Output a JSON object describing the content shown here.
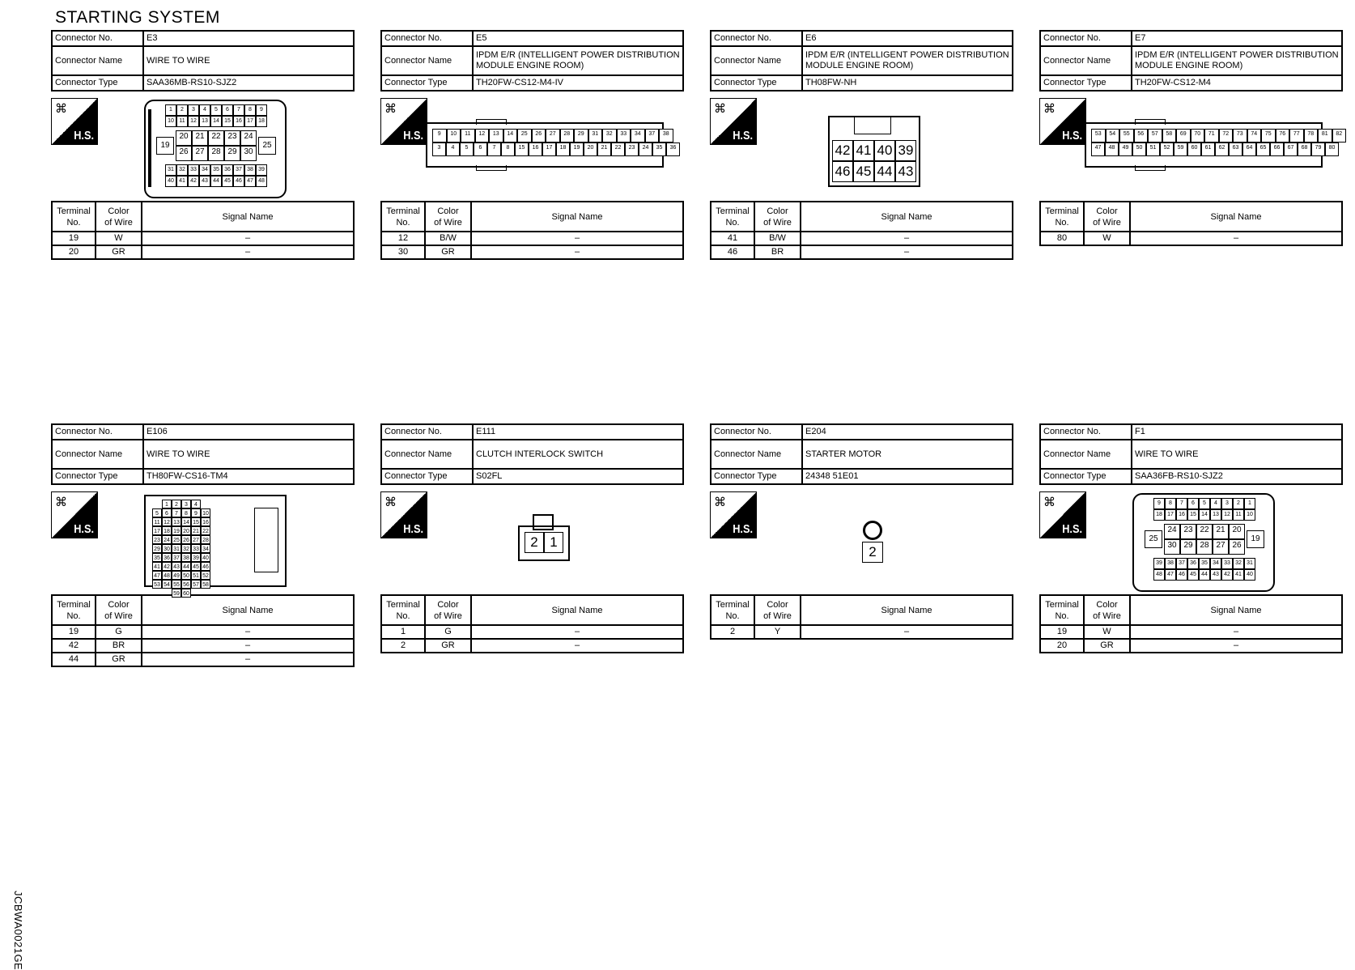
{
  "page": {
    "title": "STARTING SYSTEM",
    "side_code": "JCBWA0021GE"
  },
  "labels": {
    "connector_no": "Connector No.",
    "connector_name": "Connector Name",
    "connector_type": "Connector Type",
    "terminal": "Terminal",
    "no": "No.",
    "color": "Color",
    "of_wire": "of Wire",
    "signal_name": "Signal Name",
    "hs": "H.S."
  },
  "connectors": [
    {
      "no": "E3",
      "name": "WIRE TO WIRE",
      "type": "SAA36MB-RS10-SJZ2",
      "terminals": [
        {
          "no": "19",
          "color": "W",
          "signal": "–"
        },
        {
          "no": "20",
          "color": "GR",
          "signal": "–"
        }
      ]
    },
    {
      "no": "E5",
      "name": "IPDM E/R (INTELLIGENT POWER DISTRIBUTION MODULE ENGINE ROOM)",
      "type": "TH20FW-CS12-M4-IV",
      "terminals": [
        {
          "no": "12",
          "color": "B/W",
          "signal": "–"
        },
        {
          "no": "30",
          "color": "GR",
          "signal": "–"
        }
      ]
    },
    {
      "no": "E6",
      "name": "IPDM E/R (INTELLIGENT POWER DISTRIBUTION MODULE ENGINE ROOM)",
      "type": "TH08FW-NH",
      "terminals": [
        {
          "no": "41",
          "color": "B/W",
          "signal": "–"
        },
        {
          "no": "46",
          "color": "BR",
          "signal": "–"
        }
      ]
    },
    {
      "no": "E7",
      "name": "IPDM E/R (INTELLIGENT POWER DISTRIBUTION MODULE ENGINE ROOM)",
      "type": "TH20FW-CS12-M4",
      "terminals": [
        {
          "no": "80",
          "color": "W",
          "signal": "–"
        }
      ]
    },
    {
      "no": "E106",
      "name": "WIRE TO WIRE",
      "type": "TH80FW-CS16-TM4",
      "terminals": [
        {
          "no": "19",
          "color": "G",
          "signal": "–"
        },
        {
          "no": "42",
          "color": "BR",
          "signal": "–"
        },
        {
          "no": "44",
          "color": "GR",
          "signal": "–"
        }
      ]
    },
    {
      "no": "E111",
      "name": "CLUTCH INTERLOCK SWITCH",
      "type": "S02FL",
      "terminals": [
        {
          "no": "1",
          "color": "G",
          "signal": "–"
        },
        {
          "no": "2",
          "color": "GR",
          "signal": "–"
        }
      ]
    },
    {
      "no": "E204",
      "name": "STARTER MOTOR",
      "type": "24348 51E01",
      "terminals": [
        {
          "no": "2",
          "color": "Y",
          "signal": "–"
        }
      ]
    },
    {
      "no": "F1",
      "name": "WIRE TO WIRE",
      "type": "SAA36FB-RS10-SJZ2",
      "terminals": [
        {
          "no": "19",
          "color": "W",
          "signal": "–"
        },
        {
          "no": "20",
          "color": "GR",
          "signal": "–"
        }
      ]
    }
  ],
  "pinouts": {
    "e3": {
      "rows": [
        [
          "1",
          "2",
          "3",
          "4",
          "5",
          "6",
          "7",
          "8",
          "9"
        ],
        [
          "10",
          "11",
          "12",
          "13",
          "14",
          "15",
          "16",
          "17",
          "18"
        ],
        [
          "20",
          "21",
          "22",
          "23",
          "24"
        ],
        [
          "26",
          "27",
          "28",
          "29",
          "30"
        ],
        [
          "31",
          "32",
          "33",
          "34",
          "35",
          "36",
          "37",
          "38",
          "39"
        ],
        [
          "40",
          "41",
          "42",
          "43",
          "44",
          "45",
          "46",
          "47",
          "48"
        ]
      ],
      "side_left": "19",
      "side_right": "25"
    },
    "e5": {
      "rows": [
        [
          "9",
          "10",
          "11",
          "12",
          "13",
          "14",
          "25",
          "26",
          "27",
          "28",
          "29",
          "31",
          "32",
          "33",
          "34",
          "37",
          "38"
        ],
        [
          "3",
          "4",
          "5",
          "6",
          "7",
          "8",
          "15",
          "16",
          "17",
          "18",
          "19",
          "20",
          "21",
          "22",
          "23",
          "24",
          "35",
          "36"
        ]
      ]
    },
    "e6": {
      "rows": [
        [
          "42",
          "41",
          "40",
          "39"
        ],
        [
          "46",
          "45",
          "44",
          "43"
        ]
      ]
    },
    "e7": {
      "rows": [
        [
          "53",
          "54",
          "55",
          "56",
          "57",
          "58",
          "69",
          "70",
          "71",
          "72",
          "73",
          "74",
          "75",
          "76",
          "77",
          "78",
          "81",
          "82"
        ],
        [
          "47",
          "48",
          "49",
          "50",
          "51",
          "52",
          "59",
          "60",
          "61",
          "62",
          "63",
          "64",
          "65",
          "66",
          "67",
          "68",
          "79",
          "80"
        ]
      ]
    },
    "e106": {
      "rows": [
        [
          "1",
          "2",
          "3",
          "4"
        ],
        [
          "5",
          "6",
          "7",
          "8",
          "9",
          "10"
        ],
        [
          "11",
          "12",
          "13",
          "14",
          "15",
          "16"
        ],
        [
          "17",
          "18",
          "19",
          "20",
          "21",
          "22"
        ],
        [
          "23",
          "24",
          "25",
          "26",
          "27",
          "28"
        ],
        [
          "29",
          "30",
          "31",
          "32",
          "33",
          "34"
        ],
        [
          "35",
          "36",
          "37",
          "38",
          "39",
          "40"
        ],
        [
          "41",
          "42",
          "43",
          "44",
          "45",
          "46"
        ],
        [
          "47",
          "48",
          "49",
          "50",
          "51",
          "52"
        ],
        [
          "53",
          "54",
          "55",
          "56",
          "57",
          "58"
        ],
        [
          "59",
          "60"
        ]
      ]
    },
    "e111": {
      "rows": [
        [
          "2",
          "1"
        ]
      ]
    },
    "e204": {
      "rows": [
        [
          "2"
        ]
      ]
    },
    "f1": {
      "rows": [
        [
          "9",
          "8",
          "7",
          "6",
          "5",
          "4",
          "3",
          "2",
          "1"
        ],
        [
          "18",
          "17",
          "16",
          "15",
          "14",
          "13",
          "12",
          "11",
          "10"
        ],
        [
          "24",
          "23",
          "22",
          "21",
          "20"
        ],
        [
          "30",
          "29",
          "28",
          "27",
          "26"
        ],
        [
          "39",
          "38",
          "37",
          "36",
          "35",
          "34",
          "33",
          "32",
          "31"
        ],
        [
          "48",
          "47",
          "46",
          "45",
          "44",
          "43",
          "42",
          "41",
          "40"
        ]
      ],
      "side_left": "25",
      "side_right": "19"
    }
  },
  "colors": {
    "line": "#000000",
    "background": "#ffffff"
  }
}
